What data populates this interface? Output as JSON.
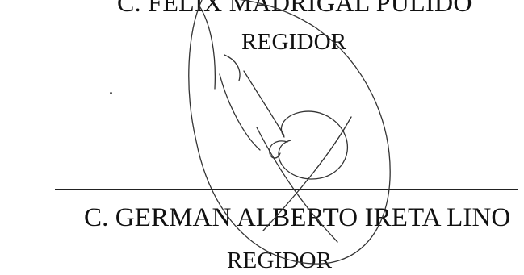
{
  "signatories": [
    {
      "name": "C. FELIX MADRIGAL PULIDO",
      "role": "REGIDOR"
    },
    {
      "name": "C. GERMAN ALBERTO IRETA LINO",
      "role": "REGIDOR"
    }
  ],
  "colors": {
    "text": "#111111",
    "ink": "#333333",
    "rule": "#222222"
  }
}
